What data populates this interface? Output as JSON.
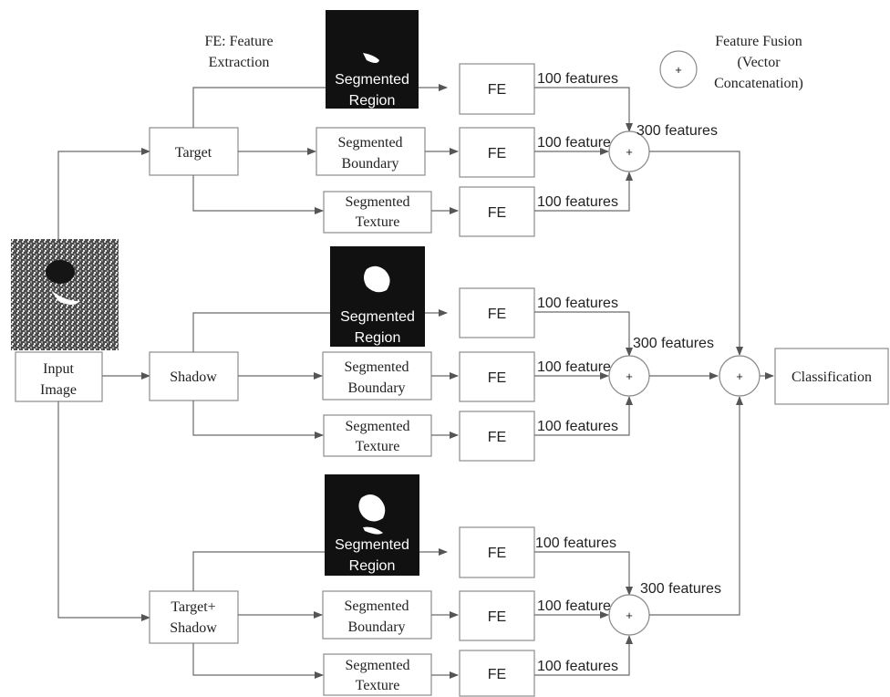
{
  "legend": {
    "fe_line1": "FE: Feature",
    "fe_line2": "Extraction",
    "fusion_symbol": "+",
    "fusion_line1": "Feature Fusion",
    "fusion_line2": "(Vector",
    "fusion_line3": "Concatenation)"
  },
  "input": {
    "line1": "Input",
    "line2": "Image"
  },
  "branches": [
    {
      "source": "Target",
      "region": [
        "Segmented",
        "Region"
      ],
      "boundary": [
        "Segmented",
        "Boundary"
      ],
      "texture": [
        "Segmented",
        "Texture"
      ]
    },
    {
      "source": "Shadow",
      "region": [
        "Segmented",
        "Region"
      ],
      "boundary": [
        "Segmented",
        "Boundary"
      ],
      "texture": [
        "Segmented",
        "Texture"
      ]
    },
    {
      "source_line1": "Target+",
      "source_line2": "Shadow",
      "region": [
        "Segmented",
        "Region"
      ],
      "boundary": [
        "Segmented",
        "Boundary"
      ],
      "texture": [
        "Segmented",
        "Texture"
      ]
    }
  ],
  "fe_label": "FE",
  "features_label": "100 features",
  "fused_label": "300 features",
  "plus": "+",
  "output": "Classification"
}
